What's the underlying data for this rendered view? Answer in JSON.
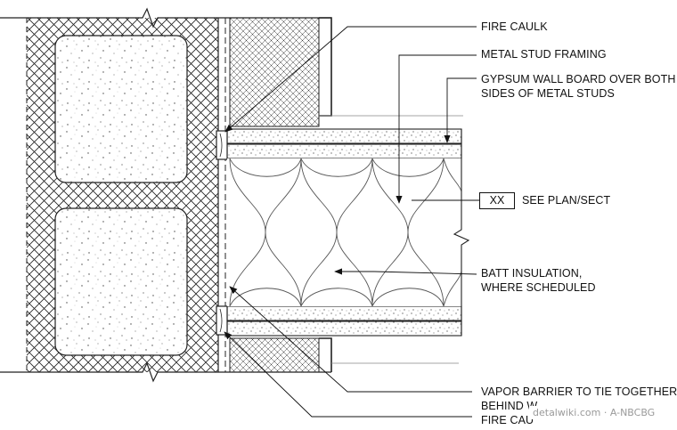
{
  "notes": {
    "fire_caulk_top": "FIRE CAULK",
    "metal_stud": "METAL STUD FRAMING",
    "gypsum_line1": "GYPSUM WALL BOARD OVER BOTH",
    "gypsum_line2": "SIDES OF METAL STUDS",
    "tag": "XX",
    "see_plan": "SEE PLAN/SECT",
    "batt_line1": "BATT INSULATION,",
    "batt_line2": "WHERE SCHEDULED",
    "vapor_line1": "VAPOR BARRIER TO TIE TOGETHER",
    "vapor_line2": "BEHIND W",
    "fire_caulk_bottom": "FIRE CAU"
  },
  "watermark": "detalwiki.com · A-NBCBG"
}
